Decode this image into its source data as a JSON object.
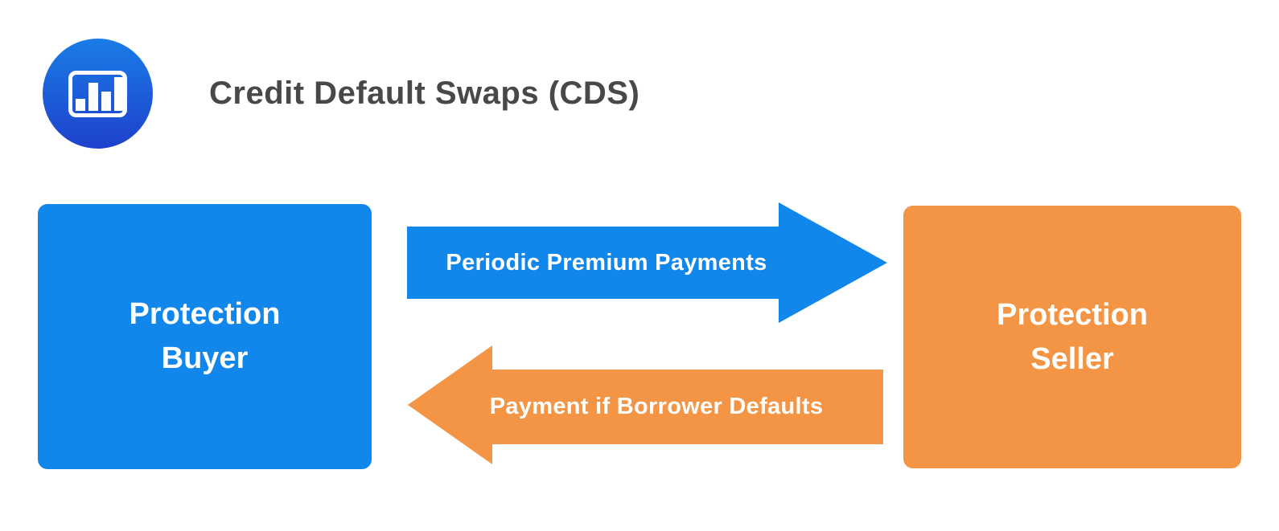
{
  "header": {
    "title": "Credit Default Swaps (CDS)"
  },
  "logo": {
    "icon": "bar-chart-icon"
  },
  "boxes": {
    "buyer": {
      "line1": "Protection",
      "line2": "Buyer"
    },
    "seller": {
      "line1": "Protection",
      "line2": "Seller"
    }
  },
  "arrows": {
    "premium": {
      "label": "Periodic Premium Payments",
      "direction": "right",
      "color": "#1186EB"
    },
    "default": {
      "label": "Payment if Borrower Defaults",
      "direction": "left",
      "color": "#F49546"
    }
  },
  "colors": {
    "blue": "#1186EB",
    "orange": "#F49546",
    "title_text": "#484848",
    "icon_gradient_top": "#1A7CE6",
    "icon_gradient_bottom": "#1E41CD",
    "background": "#FFFFFF"
  }
}
